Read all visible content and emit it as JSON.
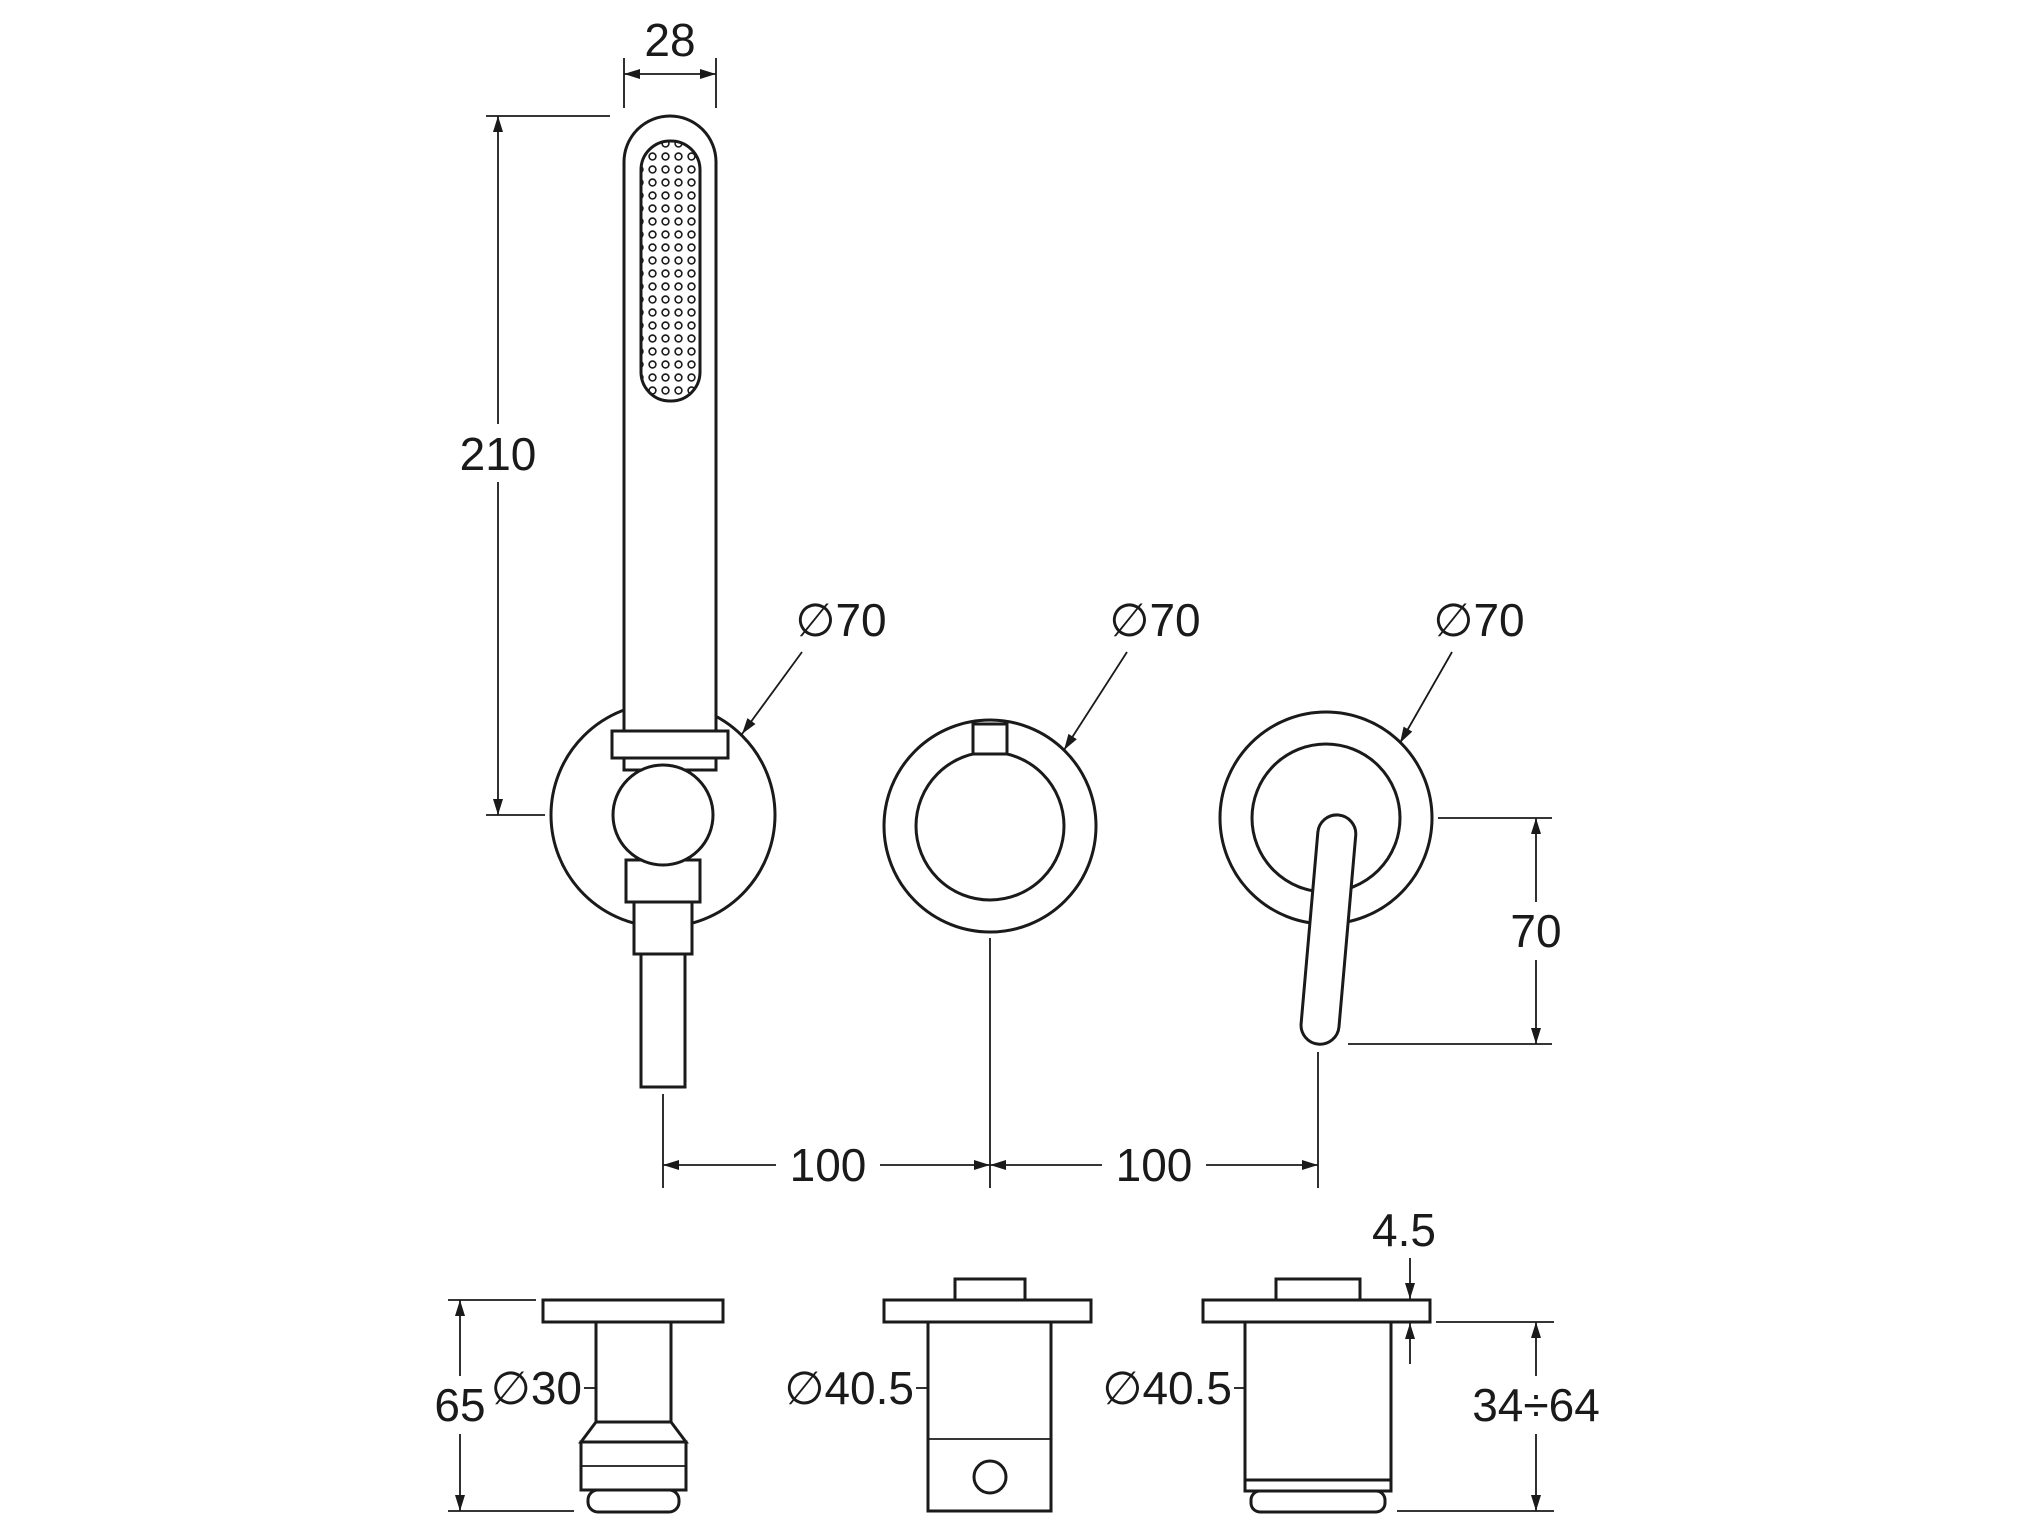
{
  "drawing": {
    "type": "technical-dimension-drawing",
    "subject": "wall-mounted bath mixer set with handshower: holder plate, diverter plate, lever mixer plate (front views) and three side views",
    "colors": {
      "line": "#1a1a1a",
      "background": "#ffffff"
    },
    "dimensions": {
      "handshower_head_width": "28",
      "handshower_length": "210",
      "holder_plate_dia": "∅70",
      "diverter_plate_dia": "∅70",
      "mixer_plate_dia": "∅70",
      "lever_height": "70",
      "spacing_left": "100",
      "spacing_right": "100",
      "holder_height": "65",
      "holder_body_dia": "∅30",
      "diverter_body_dia": "∅40.5",
      "mixer_body_dia": "∅40.5",
      "flange_thickness": "4.5",
      "mounting_depth": "34÷64"
    }
  }
}
